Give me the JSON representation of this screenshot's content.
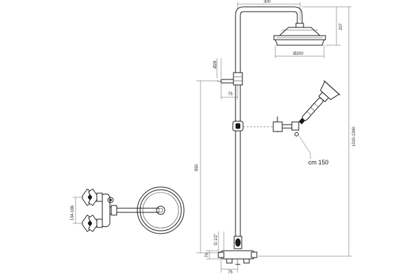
{
  "diagram": {
    "dims": {
      "arm_reach": "300",
      "head_height": "207",
      "head_diameter": "Ø200",
      "pipe_diameter": "Ø28",
      "wall_offset_top": "75",
      "wall_offset_bottom": "75",
      "bar_height": "950",
      "total_height": "1010-1340",
      "hose_length": "cm 150",
      "thread": "G 1/2\"",
      "inlet_height": "70",
      "valve_spacing": "134-166"
    }
  }
}
